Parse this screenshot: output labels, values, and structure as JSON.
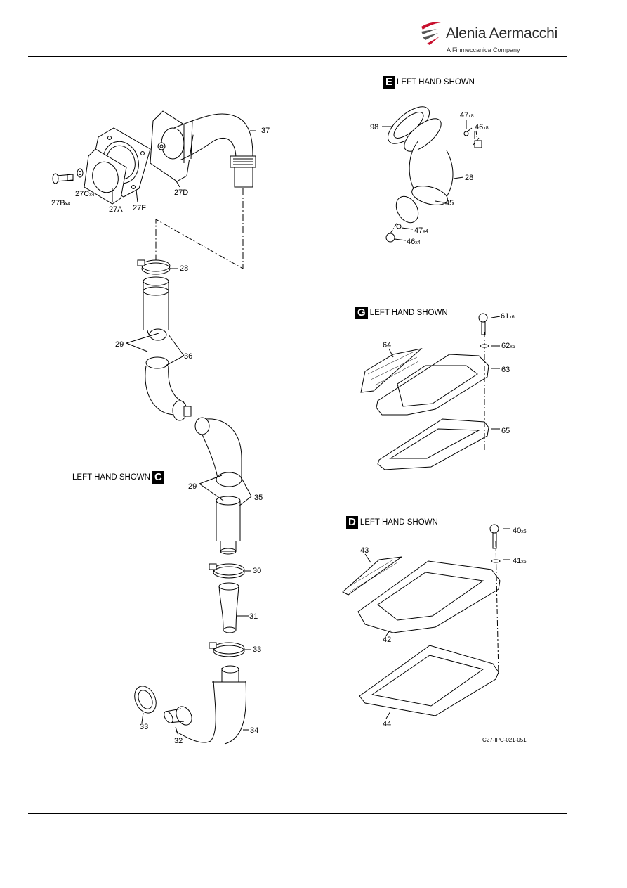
{
  "header": {
    "logo_name": "Alenia Aermacchi",
    "logo_tagline": "A Finmeccanica Company"
  },
  "views": {
    "E": {
      "letter": "E",
      "title": "LEFT HAND SHOWN"
    },
    "G": {
      "letter": "G",
      "title": "LEFT HAND SHOWN"
    },
    "D": {
      "letter": "D",
      "title": "LEFT HAND SHOWN"
    },
    "C": {
      "letter": "C",
      "title": "LEFT HAND SHOWN"
    }
  },
  "callouts": {
    "c37": {
      "num": "37",
      "qty": ""
    },
    "c27B": {
      "num": "27B",
      "qty": "x4"
    },
    "c27C": {
      "num": "27C",
      "qty": "x4"
    },
    "c27A": {
      "num": "27A",
      "qty": ""
    },
    "c27F": {
      "num": "27F",
      "qty": ""
    },
    "c27D": {
      "num": "27D",
      "qty": ""
    },
    "c28a": {
      "num": "28",
      "qty": ""
    },
    "c29a": {
      "num": "29",
      "qty": ""
    },
    "c36": {
      "num": "36",
      "qty": ""
    },
    "c29b": {
      "num": "29",
      "qty": ""
    },
    "c35": {
      "num": "35",
      "qty": ""
    },
    "c30": {
      "num": "30",
      "qty": ""
    },
    "c31": {
      "num": "31",
      "qty": ""
    },
    "c33a": {
      "num": "33",
      "qty": ""
    },
    "c33b": {
      "num": "33",
      "qty": ""
    },
    "c32": {
      "num": "32",
      "qty": ""
    },
    "c34": {
      "num": "34",
      "qty": ""
    },
    "c98": {
      "num": "98",
      "qty": ""
    },
    "c47a": {
      "num": "47",
      "qty": "x8"
    },
    "c46a": {
      "num": "46",
      "qty": "x8"
    },
    "c28b": {
      "num": "28",
      "qty": ""
    },
    "c45": {
      "num": "45",
      "qty": ""
    },
    "c47b": {
      "num": "47",
      "qty": "x4"
    },
    "c46b": {
      "num": "46",
      "qty": "x4"
    },
    "c61": {
      "num": "61",
      "qty": "x6"
    },
    "c64": {
      "num": "64",
      "qty": ""
    },
    "c62": {
      "num": "62",
      "qty": "x6"
    },
    "c63": {
      "num": "63",
      "qty": ""
    },
    "c65": {
      "num": "65",
      "qty": ""
    },
    "c40": {
      "num": "40",
      "qty": "x6"
    },
    "c43": {
      "num": "43",
      "qty": ""
    },
    "c41": {
      "num": "41",
      "qty": "x6"
    },
    "c42": {
      "num": "42",
      "qty": ""
    },
    "c44": {
      "num": "44",
      "qty": ""
    }
  },
  "figure_ref": "C27-IPC-021-051"
}
